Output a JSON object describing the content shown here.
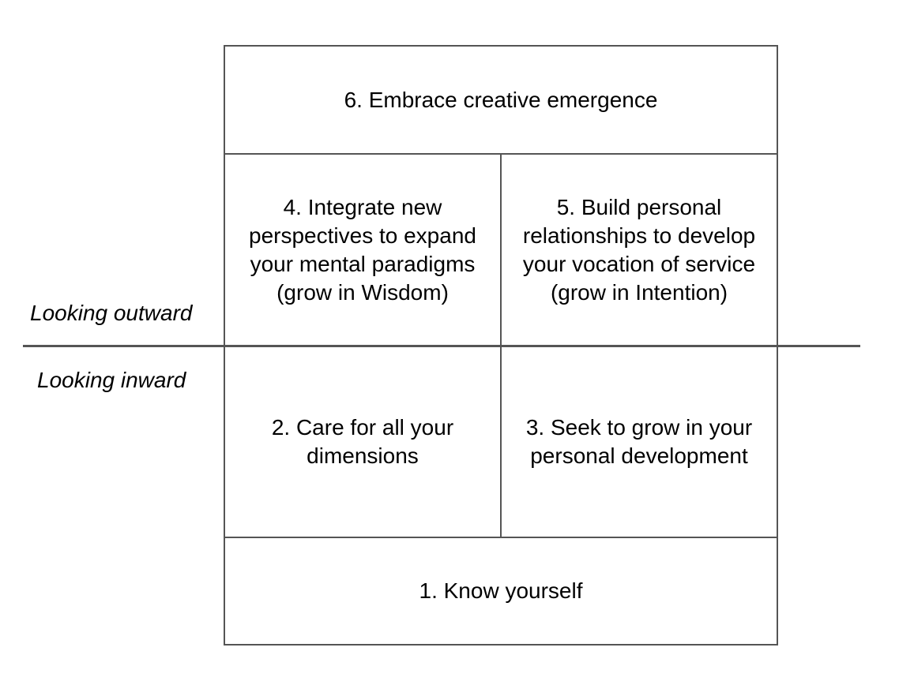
{
  "diagram": {
    "boxes": {
      "step6": "6. Embrace creative emergence",
      "step4": "4. Integrate new\nperspectives to expand\nyour mental paradigms\n(grow in Wisdom)",
      "step5": "5. Build personal\nrelationships to develop\nyour vocation of service\n(grow in Intention)",
      "step2": "2. Care for all your\ndimensions",
      "step3": "3. Seek to grow in your\npersonal development",
      "step1": "1. Know yourself"
    },
    "side_labels": {
      "outward": "Looking outward",
      "inward": "Looking inward"
    },
    "colors": {
      "border": "#555555",
      "text": "#000000",
      "background": "#ffffff"
    }
  }
}
